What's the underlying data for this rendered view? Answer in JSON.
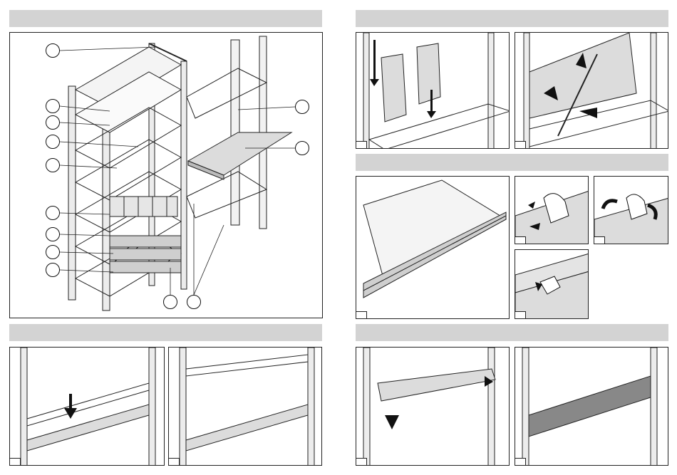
{
  "sections": [
    {
      "id": "overview",
      "title": ""
    },
    {
      "id": "dividers",
      "title": ""
    },
    {
      "id": "clips",
      "title": ""
    },
    {
      "id": "base-rail",
      "title": ""
    },
    {
      "id": "bin-front",
      "title": ""
    }
  ],
  "callouts": [
    "",
    "",
    "",
    "",
    "",
    "",
    "",
    "",
    "",
    "",
    "",
    ""
  ],
  "colors": {
    "header_bar": "#d3d3d3",
    "line": "#222222",
    "panel_fill": "#dcdcdc",
    "arrow": "#111111"
  }
}
